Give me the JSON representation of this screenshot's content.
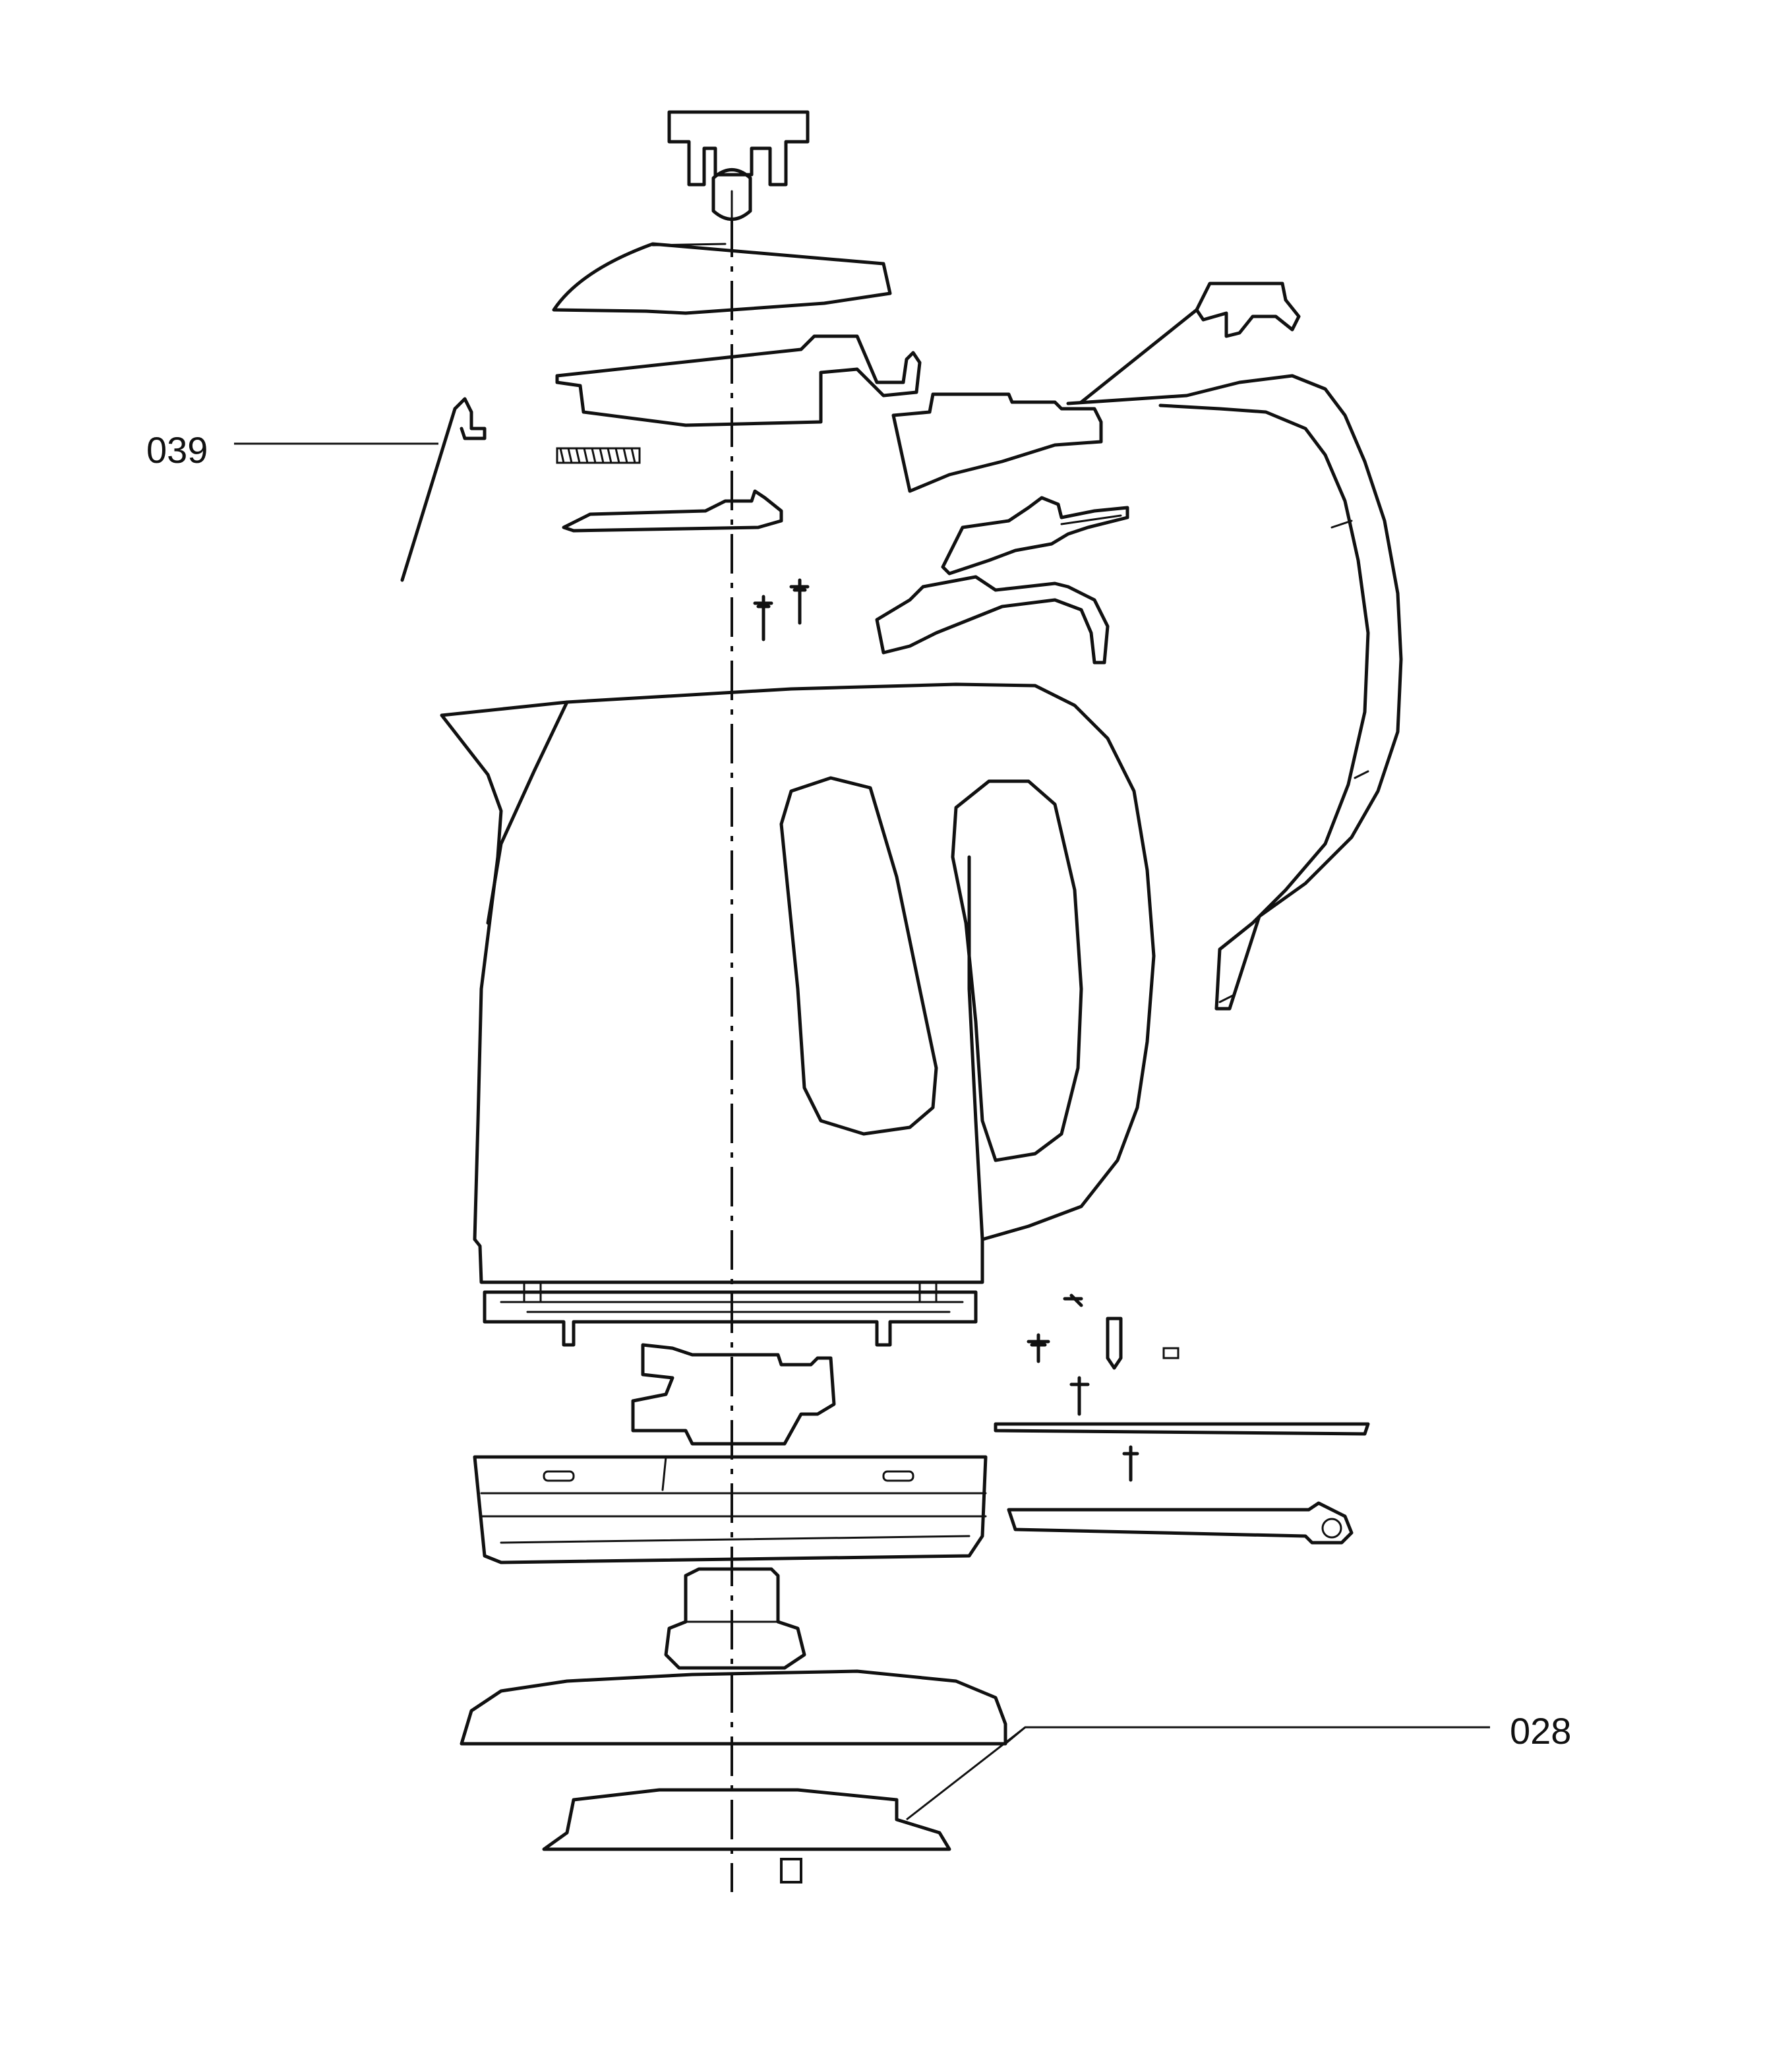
{
  "diagram": {
    "callouts": [
      {
        "id": "039",
        "label": "039"
      },
      {
        "id": "028",
        "label": "028"
      }
    ],
    "colors": {
      "line": "#111111",
      "background": "#ffffff"
    },
    "icons": [
      "kettle-exploded-view"
    ]
  }
}
